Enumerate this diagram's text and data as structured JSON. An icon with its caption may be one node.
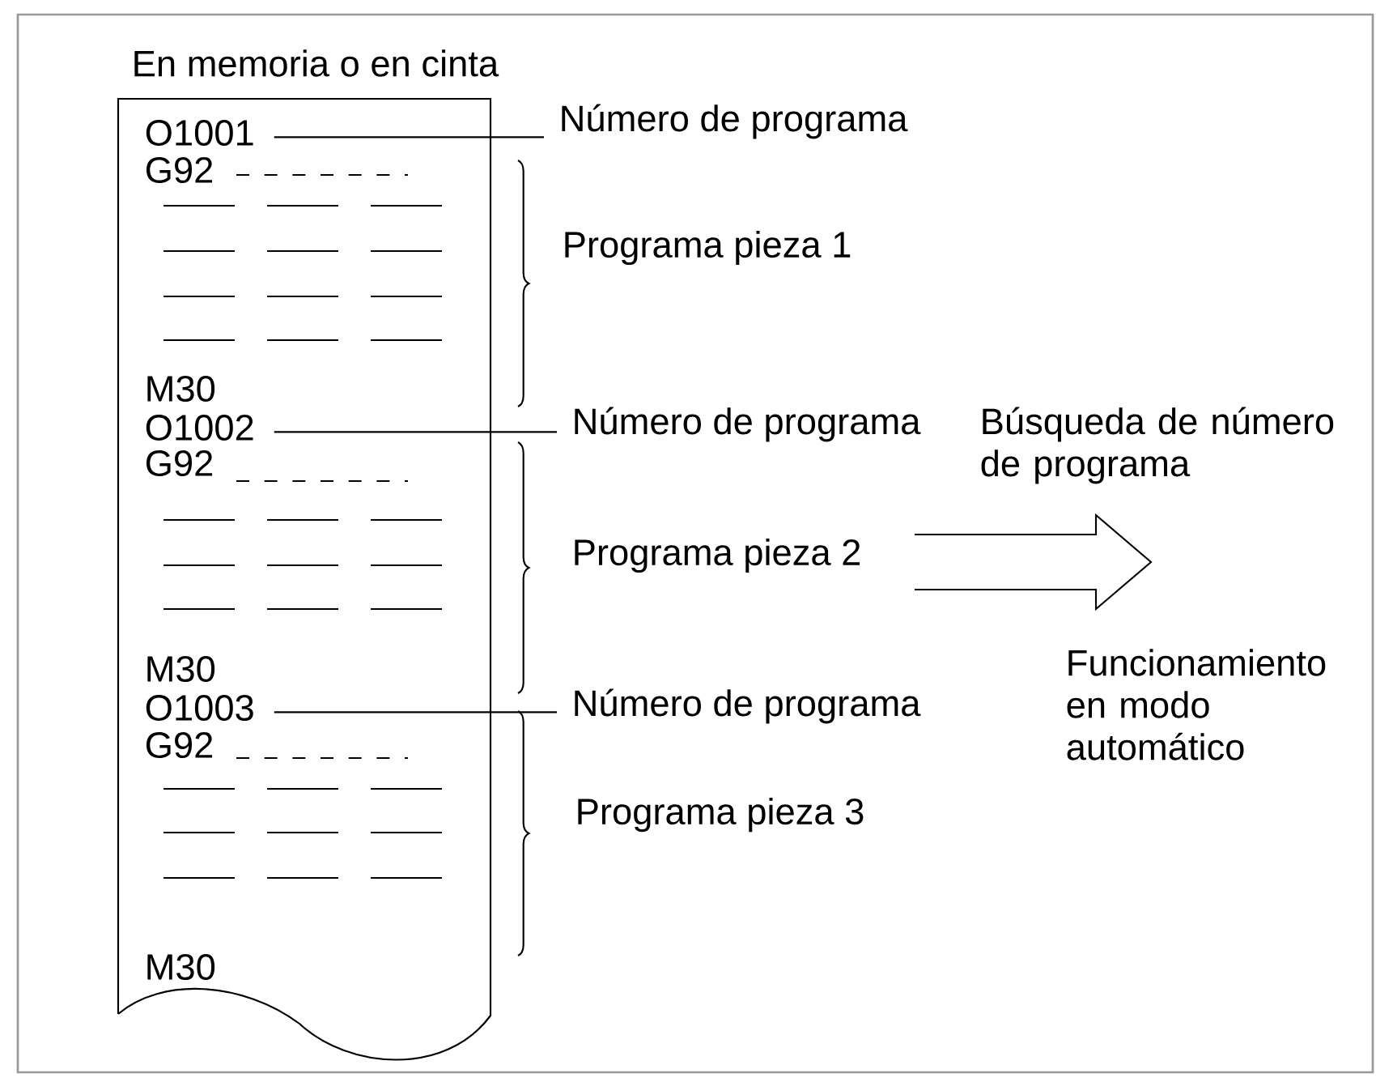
{
  "diagram": {
    "nodes": [
      {
        "text": [
          "En memoria o en cinta"
        ]
      },
      {
        "text": [
          "O1001"
        ],
        "in": 0
      },
      {
        "text": [
          "O1002"
        ],
        "in": 0
      },
      {
        "text": [
          "O1003"
        ],
        "in": 0
      },
      {
        "text": [
          "Número de programa"
        ]
      },
      {
        "text": [
          "Número de programa"
        ]
      },
      {
        "text": [
          "Número de programa"
        ]
      }
    ],
    "edges": [
      {
        "from": 1,
        "to": 4,
        "arrow": "none"
      },
      {
        "from": 2,
        "to": 5,
        "arrow": "none"
      },
      {
        "from": 3,
        "to": 6,
        "arrow": "none"
      }
    ],
    "labels": [
      "G92",
      "Programa pieza 1",
      "M30",
      "G92",
      "Búsqueda de número de programa",
      "Programa pieza 2",
      "M30",
      "Funcionamiento en modo automático",
      "G92",
      "Programa pieza 3",
      "M30"
    ]
  }
}
